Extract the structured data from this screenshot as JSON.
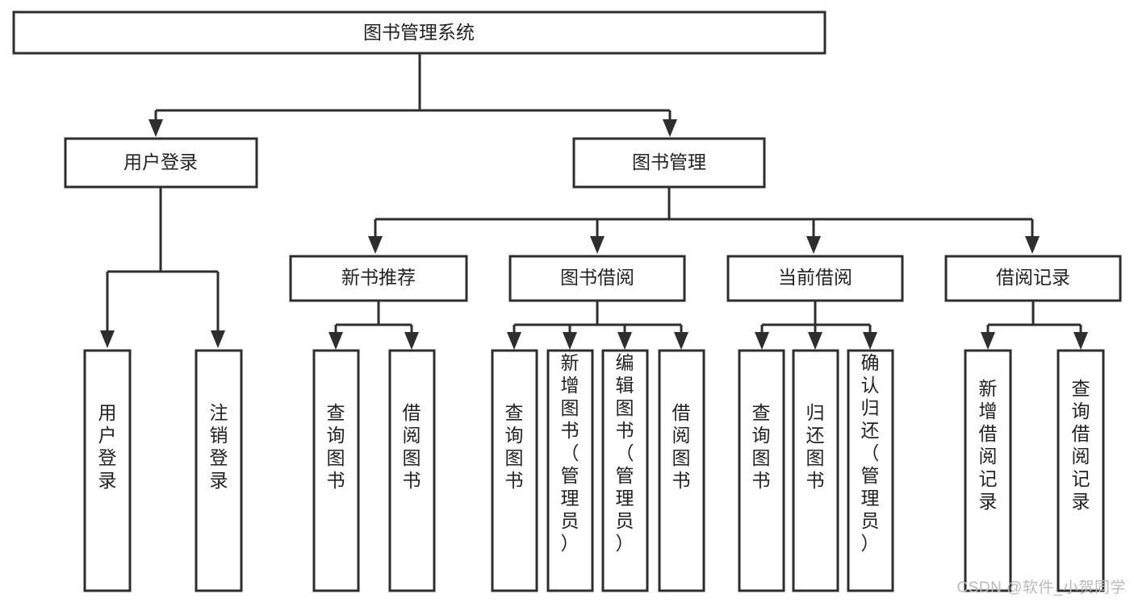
{
  "diagram": {
    "type": "tree",
    "title": "图书管理系统",
    "watermark": "CSDN @软件_小贺同学",
    "colors": {
      "stroke": "#2e2e2e",
      "fill": "#ffffff",
      "text": "#222222",
      "watermark": "#b9b9b9",
      "background": "#ffffff"
    },
    "nodes": {
      "root": {
        "label": "图书管理系统"
      },
      "level2": [
        {
          "id": "user-login",
          "label": "用户登录"
        },
        {
          "id": "book-management",
          "label": "图书管理"
        }
      ],
      "level3": [
        {
          "id": "new-book-recommend",
          "label": "新书推荐"
        },
        {
          "id": "book-borrow",
          "label": "图书借阅"
        },
        {
          "id": "current-borrow",
          "label": "当前借阅"
        },
        {
          "id": "borrow-record",
          "label": "借阅记录"
        }
      ],
      "leaves": {
        "user-login": [
          {
            "id": "leaf-user-login",
            "label": "用户登录"
          },
          {
            "id": "leaf-logout-login",
            "label": "注销登录"
          }
        ],
        "new-book-recommend": [
          {
            "id": "leaf-query-book-1",
            "label": "查询图书"
          },
          {
            "id": "leaf-borrow-book-1",
            "label": "借阅图书"
          }
        ],
        "book-borrow": [
          {
            "id": "leaf-query-book-2",
            "label": "查询图书"
          },
          {
            "id": "leaf-add-book-admin",
            "label": "新增图书（管理员）"
          },
          {
            "id": "leaf-edit-book-admin",
            "label": "编辑图书（管理员）"
          },
          {
            "id": "leaf-borrow-book-2",
            "label": "借阅图书"
          }
        ],
        "current-borrow": [
          {
            "id": "leaf-query-book-3",
            "label": "查询图书"
          },
          {
            "id": "leaf-return-book",
            "label": "归还图书"
          },
          {
            "id": "leaf-confirm-return-admin",
            "label": "确认归还（管理员）"
          }
        ],
        "borrow-record": [
          {
            "id": "leaf-add-borrow-record",
            "label": "新增借阅记录"
          },
          {
            "id": "leaf-query-borrow-record",
            "label": "查询借阅记录"
          }
        ]
      }
    }
  }
}
